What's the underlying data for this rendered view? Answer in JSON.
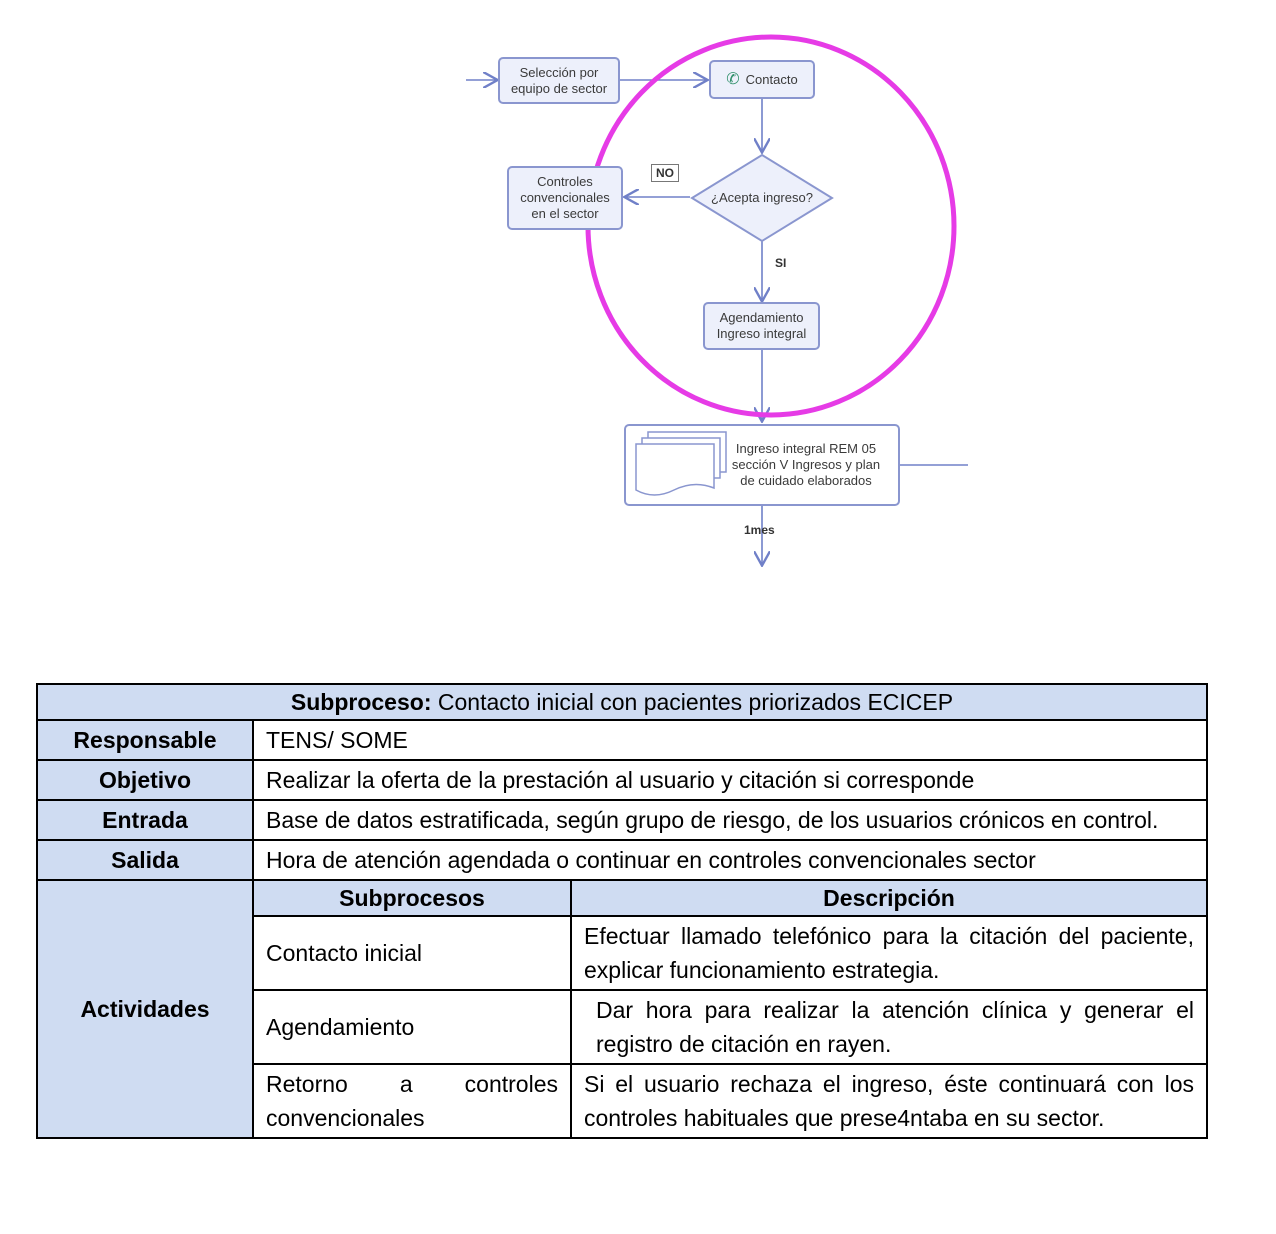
{
  "diagram": {
    "nodes": {
      "seleccion": [
        "Selección por",
        "equipo de sector"
      ],
      "contacto": "Contacto",
      "decision": "¿Acepta ingreso?",
      "controles": [
        "Controles",
        "convencionales",
        "en el sector"
      ],
      "agendamiento": [
        "Agendamiento",
        "Ingreso integral"
      ],
      "ingreso": [
        "Ingreso integral REM 05",
        "sección V Ingresos y plan",
        "de cuidado elaborados"
      ]
    },
    "labels": {
      "no": "NO",
      "si": "SI",
      "tiempo": "1mes"
    },
    "colors": {
      "node_border": "#8a96cf",
      "node_fill": "#edf0fb",
      "arrow": "#7080c8",
      "highlight_circle": "#e63be6"
    },
    "icons": {
      "contacto": "phone-icon",
      "ingreso": "document-stack-icon"
    }
  },
  "table": {
    "title_bold": "Subproceso:",
    "title_rest": " Contacto inicial con pacientes priorizados ECICEP",
    "rows": {
      "responsable": {
        "label": "Responsable",
        "value": "TENS/ SOME"
      },
      "objetivo": {
        "label": "Objetivo",
        "value": "Realizar la oferta de la prestación al usuario y citación si corresponde"
      },
      "entrada": {
        "label": "Entrada",
        "value": "Base de datos estratificada, según grupo de riesgo, de los usuarios crónicos en control."
      },
      "salida": {
        "label": "Salida",
        "value": "Hora de atención agendada o continuar en controles convencionales sector"
      }
    },
    "actividades": {
      "label": "Actividades",
      "col_subprocesos": "Subprocesos",
      "col_descripcion": "Descripción",
      "items": [
        {
          "sub": "Contacto inicial",
          "desc": "Efectuar llamado telefónico para la citación del paciente, explicar funcionamiento estrategia."
        },
        {
          "sub": "Agendamiento",
          "desc": "Dar hora para realizar la atención clínica y generar el registro de citación en rayen."
        },
        {
          "sub": "Retorno a controles convencionales",
          "desc": "Si el usuario rechaza el ingreso, éste continuará con los controles habituales que prese4ntaba en su sector."
        }
      ]
    },
    "colors": {
      "header_fill": "#cfdcf2",
      "border": "#000000"
    }
  }
}
